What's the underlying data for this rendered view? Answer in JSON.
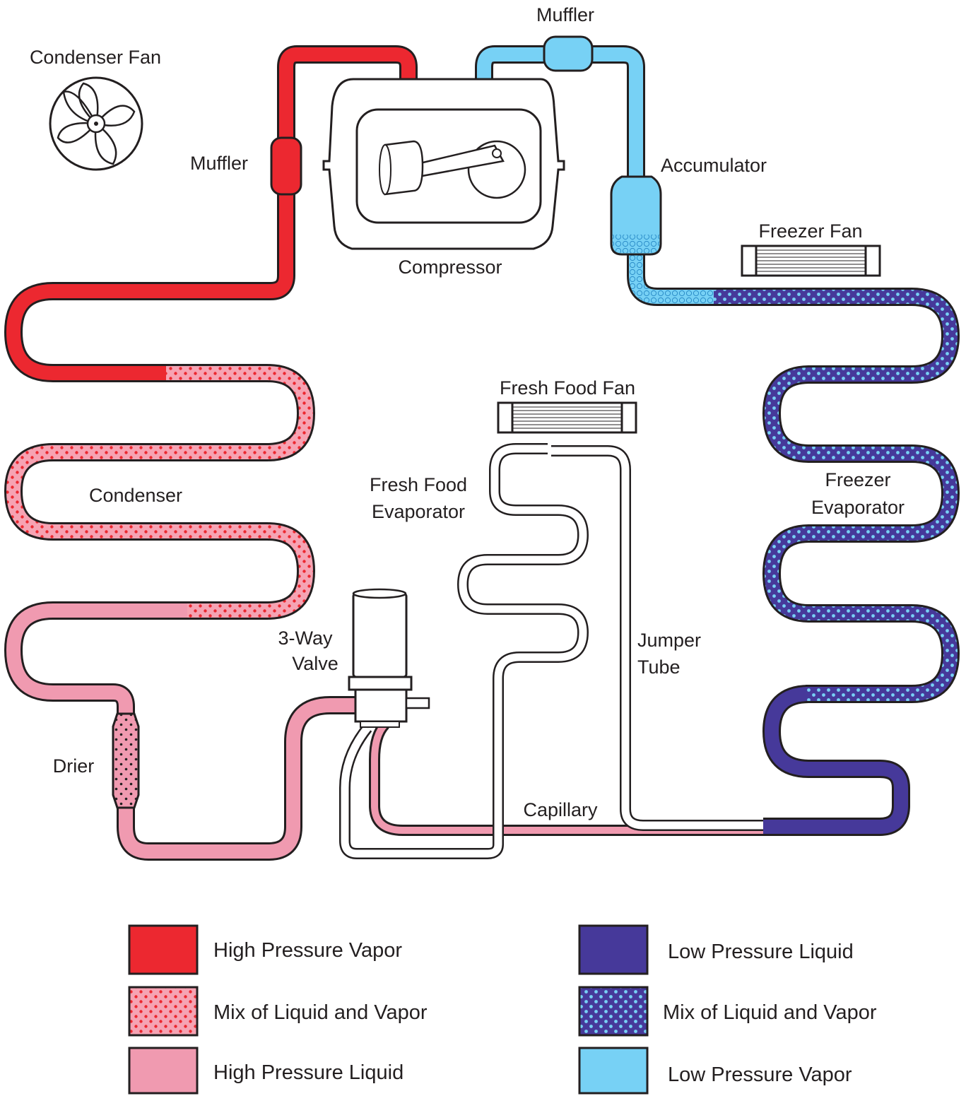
{
  "colors": {
    "high_pressure_vapor": "#ec2830",
    "hp_mix_background": "#f6a3b3",
    "hp_mix_dots": "#ec2830",
    "high_pressure_liquid": "#f09ab0",
    "low_pressure_liquid": "#46399a",
    "lp_mix_background": "#46399a",
    "lp_mix_dots": "#77d1f5",
    "low_pressure_vapor": "#77d1f5",
    "outline": "#231f20"
  },
  "labels": {
    "condenser_fan": "Condenser Fan",
    "muffler_left": "Muffler",
    "muffler_top": "Muffler",
    "compressor": "Compressor",
    "accumulator": "Accumulator",
    "freezer_fan": "Freezer Fan",
    "fresh_food_fan": "Fresh Food Fan",
    "fresh_food_evaporator_line1": "Fresh Food",
    "fresh_food_evaporator_line2": "Evaporator",
    "freezer_evaporator_line1": "Freezer",
    "freezer_evaporator_line2": "Evaporator",
    "condenser": "Condenser",
    "three_way_valve_line1": "3-Way",
    "three_way_valve_line2": "Valve",
    "jumper_tube_line1": "Jumper",
    "jumper_tube_line2": "Tube",
    "drier": "Drier",
    "capillary": "Capillary"
  },
  "legend": {
    "high_pressure_vapor": "High Pressure Vapor",
    "hp_mix": "Mix of Liquid and Vapor",
    "high_pressure_liquid": "High Pressure Liquid",
    "low_pressure_liquid": "Low Pressure Liquid",
    "lp_mix": "Mix of Liquid and Vapor",
    "low_pressure_vapor": "Low Pressure Vapor"
  }
}
